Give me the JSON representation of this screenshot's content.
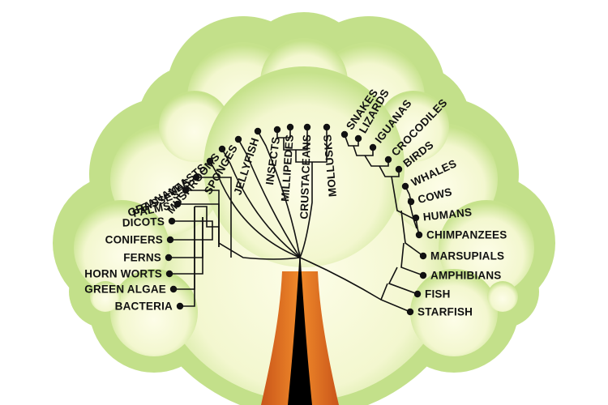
{
  "colors": {
    "canopy_outer": "#b9dc7c",
    "canopy_inner": "#fbfbe2",
    "trunk_outer": "#e8701e",
    "trunk_inner": "#000000",
    "ink": "#111111"
  },
  "organisms": [
    "BACTERIA",
    "GREEN ALGAE",
    "HORN WORTS",
    "FERNS",
    "CONIFERS",
    "DICOTS",
    "PALMS",
    "GRASSES",
    "BANANAS",
    "YEASTS",
    "MUSHROOMS",
    "SPONGES",
    "JELLYFISH",
    "INSECTS",
    "MILLIPEDES",
    "CRUSTACEANS",
    "MOLLUSKS",
    "SNAKES",
    "LIZARDS",
    "IGUANAS",
    "CROCODILES",
    "BIRDS",
    "WHALES",
    "COWS",
    "HUMANS",
    "CHIMPANZEES",
    "MARSUPIALS",
    "AMPHIBIANS",
    "FISH",
    "STARFISH"
  ]
}
